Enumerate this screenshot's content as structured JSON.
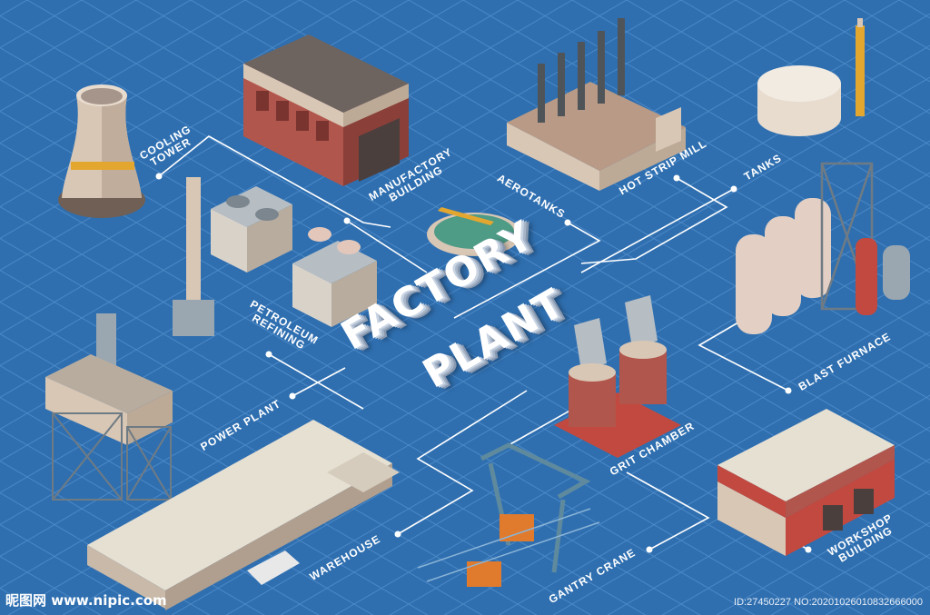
{
  "title": {
    "line1": "FACTORY",
    "line2": "PLANT"
  },
  "labels": {
    "cooling_tower": "COOLING\nTOWER",
    "manufactory_building": "MANUFACTORY\nBUILDING",
    "aerotanks": "AEROTANKS",
    "hot_strip_mill": "HOT STRIP MILL",
    "tanks": "TANKS",
    "petroleum_refining": "PETROLEUM\nREFINING",
    "power_plant": "POWER PLANT",
    "blast_furnace": "BLAST FURNACE",
    "grit_chamber": "GRIT CHAMBER",
    "warehouse": "WAREHOUSE",
    "gantry_crane": "GANTRY CRANE",
    "workshop_building": "WORKSHOP\nBUILDING"
  },
  "watermark": {
    "left": "昵图网 www.nipic.com",
    "right": "ID:27450227 NO:20201026010832666000"
  },
  "colors": {
    "background": "#2f6fb0",
    "grid": "#4b88c6",
    "connector": "#ffffff",
    "brick": "#c2493f",
    "concrete": "#d9c7b5",
    "roof_dark": "#5a4f4b"
  }
}
